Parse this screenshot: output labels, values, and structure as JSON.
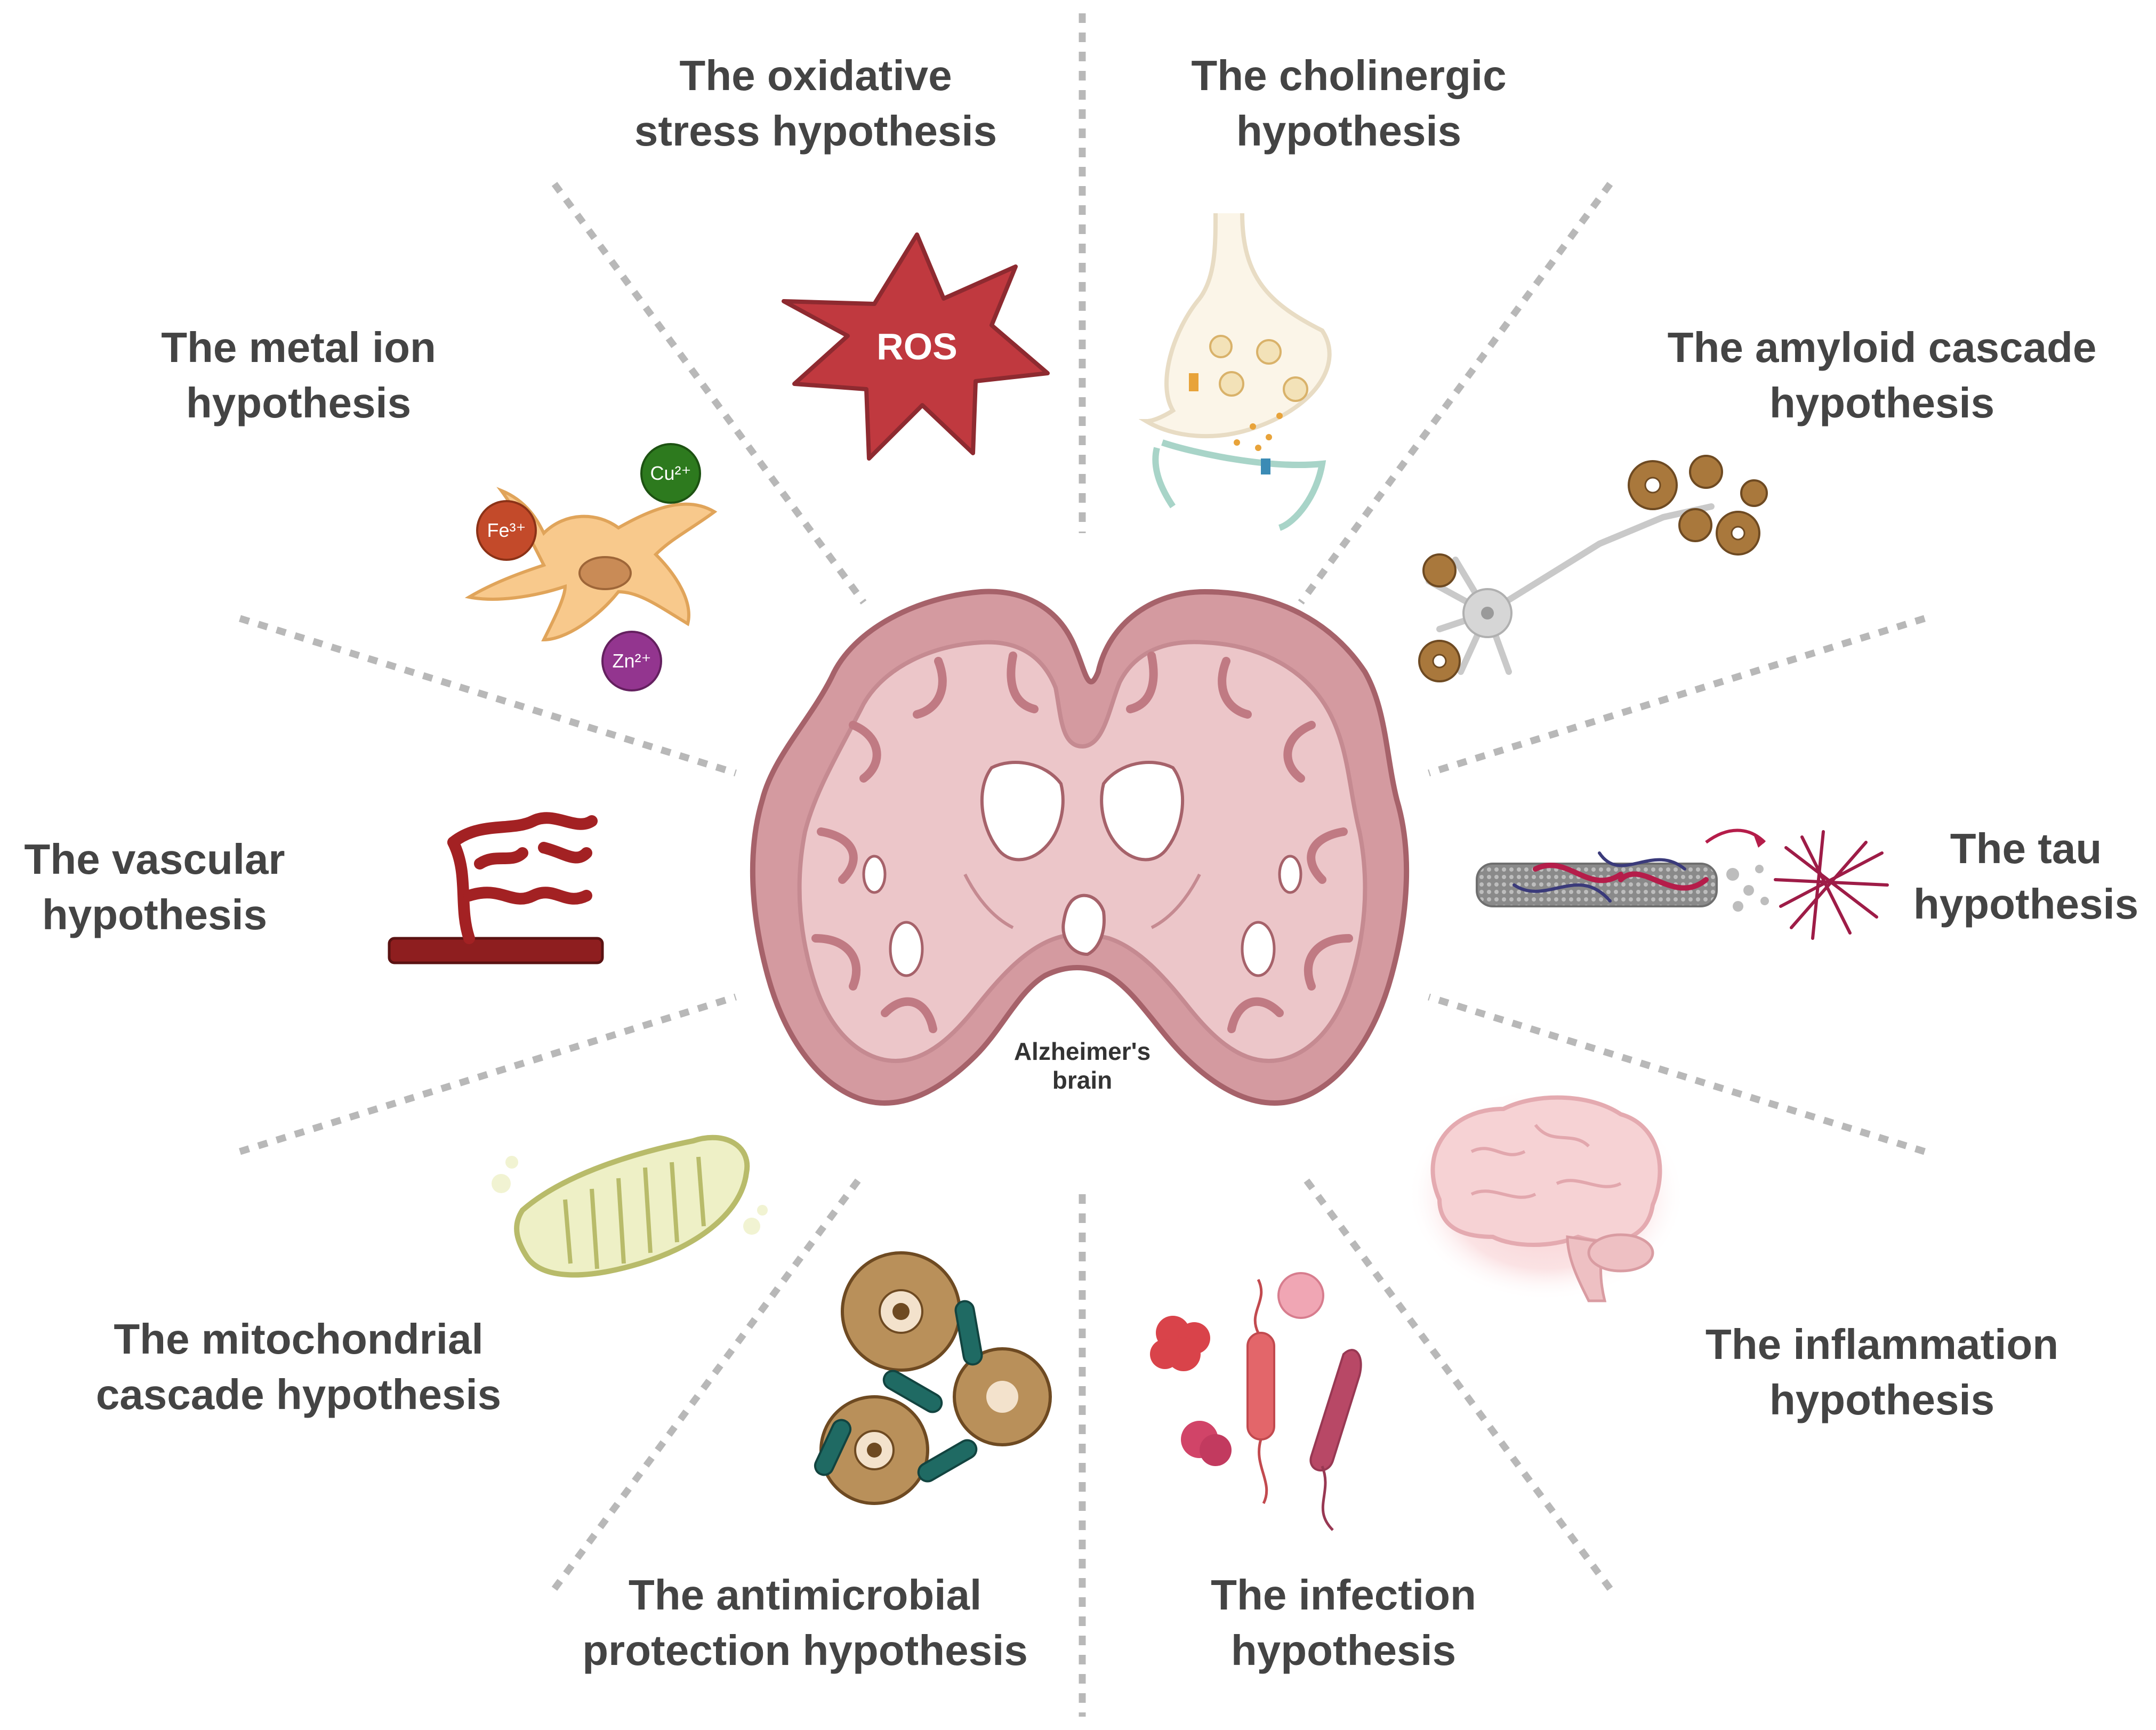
{
  "center": {
    "label_line1": "Alzheimer's",
    "label_line2": "brain"
  },
  "hypotheses": {
    "oxidative": {
      "line1": "The oxidative",
      "line2": "stress hypothesis",
      "icon": "ros-star-icon",
      "icon_text": "ROS",
      "color": "#c0393f"
    },
    "cholinergic": {
      "line1": "The cholinergic",
      "line2": "hypothesis",
      "icon": "synapse-icon"
    },
    "amyloid": {
      "line1": "The amyloid cascade",
      "line2": "hypothesis",
      "icon": "neuron-plaques-icon"
    },
    "tau": {
      "line1": "The tau",
      "line2": "hypothesis",
      "icon": "microtubule-tangle-icon"
    },
    "inflammation": {
      "line1": "The inflammation",
      "line2": "hypothesis",
      "icon": "inflamed-brain-icon"
    },
    "infection": {
      "line1": "The infection",
      "line2": "hypothesis",
      "icon": "microbes-icon"
    },
    "antimicrobial": {
      "line1": "The antimicrobial",
      "line2": "protection hypothesis",
      "icon": "amyloid-bacteria-icon"
    },
    "mitochondrial": {
      "line1": "The mitochondrial",
      "line2": "cascade hypothesis",
      "icon": "mitochondrion-icon"
    },
    "vascular": {
      "line1": "The vascular",
      "line2": "hypothesis",
      "icon": "blood-vessel-icon"
    },
    "metal": {
      "line1": "The metal ion",
      "line2": "hypothesis",
      "icon": "astrocyte-metal-ions-icon",
      "ions": {
        "fe": "Fe³⁺",
        "cu": "Cu²⁺",
        "zn": "Zn²⁺"
      }
    }
  }
}
